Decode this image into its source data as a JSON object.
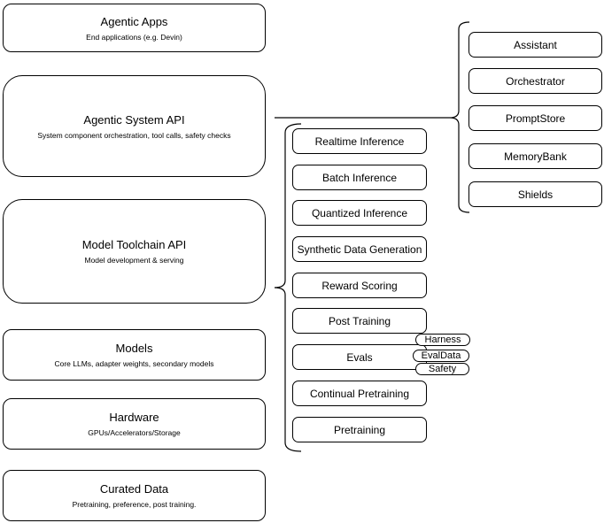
{
  "colors": {
    "stroke": "#000000",
    "background": "#ffffff",
    "text": "#000000"
  },
  "layer_stack": [
    {
      "title": "Agentic Apps",
      "subtitle": "End applications (e.g. Devin)"
    },
    {
      "title": "Agentic System API",
      "subtitle": "System component orchestration, tool calls, safety checks"
    },
    {
      "title": "Model Toolchain API",
      "subtitle": "Model development & serving"
    },
    {
      "title": "Models",
      "subtitle": "Core LLMs, adapter weights, secondary models"
    },
    {
      "title": "Hardware",
      "subtitle": "GPUs/Accelerators/Storage"
    },
    {
      "title": "Curated Data",
      "subtitle": "Pretraining, preference, post training."
    }
  ],
  "toolchain_services": [
    {
      "label": "Realtime Inference"
    },
    {
      "label": "Batch Inference"
    },
    {
      "label": "Quantized Inference"
    },
    {
      "label": "Synthetic Data Generation"
    },
    {
      "label": "Reward Scoring"
    },
    {
      "label": "Post Training"
    },
    {
      "label": "Evals"
    },
    {
      "label": "Continual Pretraining"
    },
    {
      "label": "Pretraining"
    }
  ],
  "evals_tags": [
    {
      "label": "Harness"
    },
    {
      "label": "EvalData"
    },
    {
      "label": "Safety"
    }
  ],
  "system_components": [
    {
      "label": "Assistant"
    },
    {
      "label": "Orchestrator"
    },
    {
      "label": "PromptStore"
    },
    {
      "label": "MemoryBank"
    },
    {
      "label": "Shields"
    }
  ]
}
